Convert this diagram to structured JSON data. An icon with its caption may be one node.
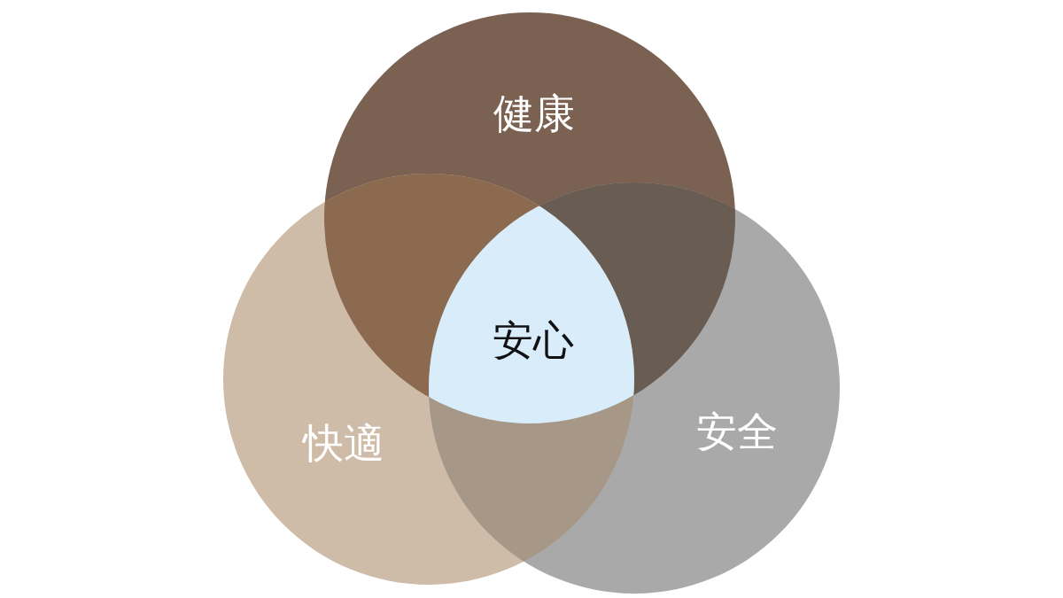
{
  "diagram": {
    "nodes": [
      {
        "text": [
          "健康"
        ]
      },
      {
        "text": [
          "快適"
        ]
      },
      {
        "text": [
          "安全"
        ]
      },
      {
        "text": [
          "安心"
        ]
      }
    ]
  }
}
